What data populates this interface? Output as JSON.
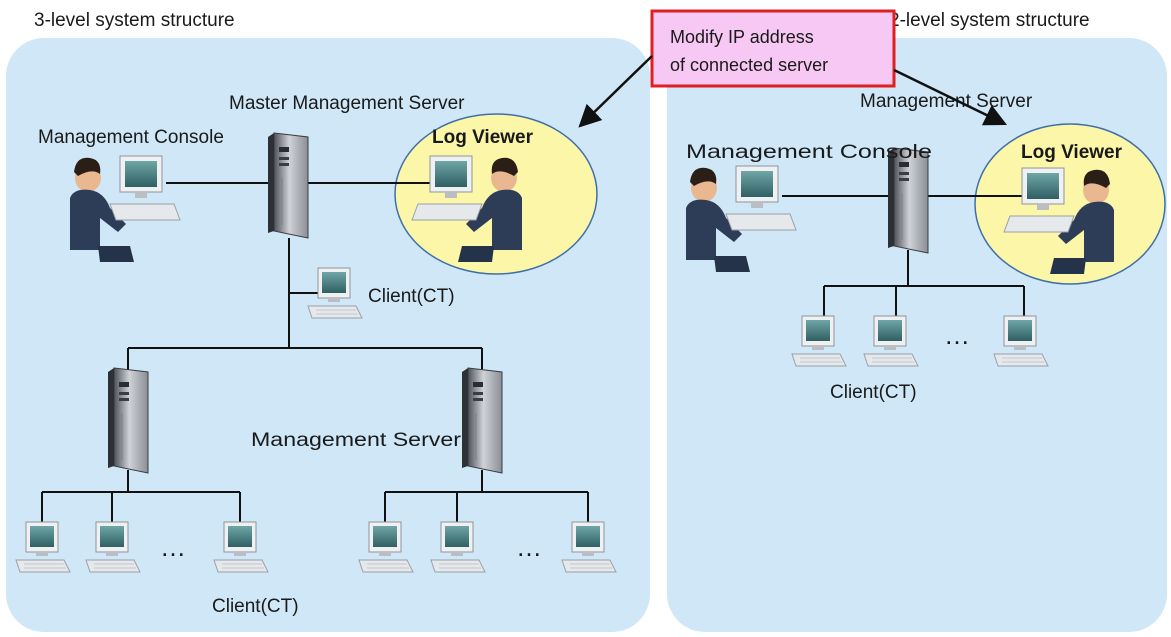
{
  "panels": {
    "left_title": "3-level system structure",
    "right_title": "2-level system structure"
  },
  "callout": {
    "line1": "Modify IP address",
    "line2": "of connected server"
  },
  "left": {
    "master_server_label": "Master Management Server",
    "console_label": "Management Console",
    "log_viewer_label": "Log Viewer",
    "client_label_mid": "Client(CT)",
    "management_server_label": "Management Server",
    "client_label_bottom": "Client(CT)",
    "ellipsis_1": "…",
    "ellipsis_2": "…"
  },
  "right": {
    "server_label": "Management Server",
    "console_label": "Management Console",
    "log_viewer_label": "Log Viewer",
    "client_label": "Client(CT)",
    "ellipsis": "…"
  },
  "colors": {
    "panel_fill": "#cfe7f7",
    "highlight_fill": "#fbf6a8",
    "callout_fill": "#f6c8f3",
    "callout_border": "#e02020"
  }
}
